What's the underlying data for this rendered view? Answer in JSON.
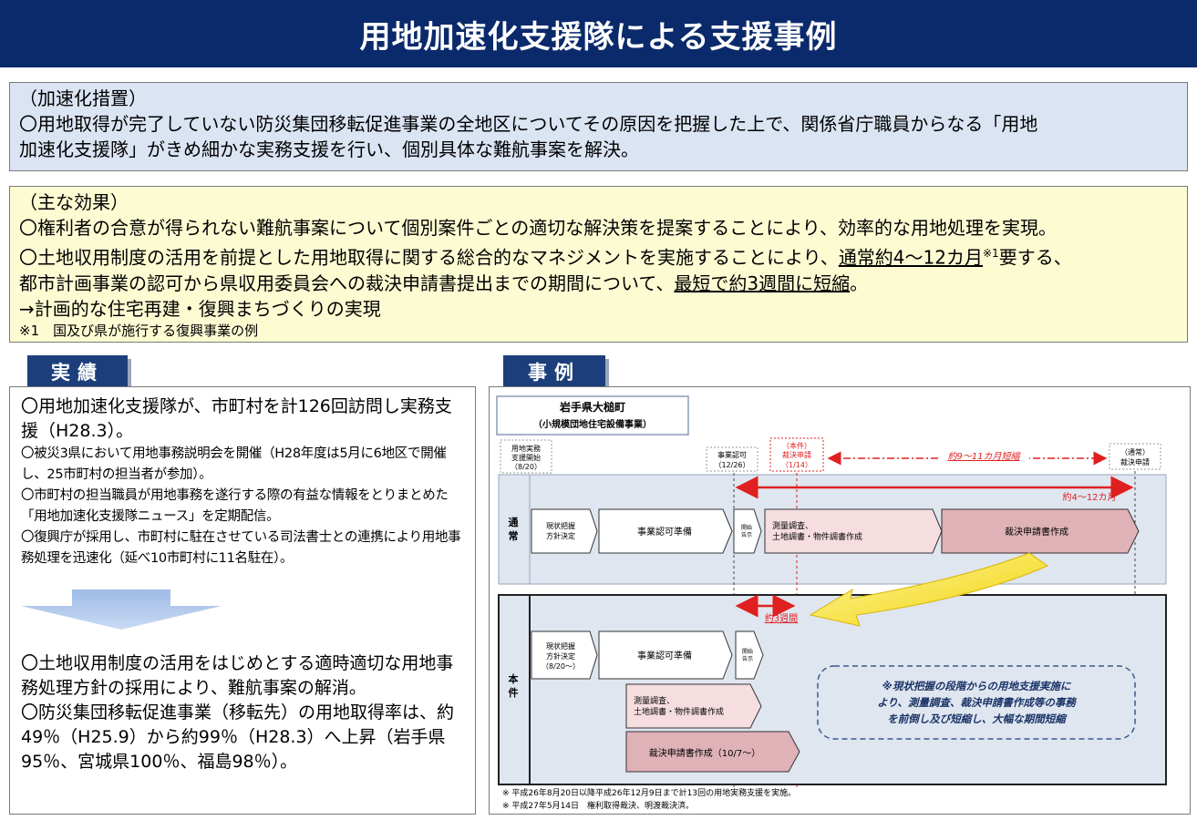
{
  "title": "用地加速化支援隊による支援事例",
  "measures": {
    "heading": "（加速化措置）",
    "line1": "〇用地取得が完了していない防災集団移転促進事業の全地区についてその原因を把握した上で、関係省庁職員からなる「用地",
    "line2": "加速化支援隊」がきめ細かな実務支援を行い、個別具体な難航事案を解決。"
  },
  "effects": {
    "heading": "（主な効果）",
    "line1": "〇権利者の合意が得られない難航事案について個別案件ごとの適切な解決策を提案することにより、効率的な用地処理を実現。",
    "line2_pre": "〇土地収用制度の活用を前提とした用地取得に関する総合的なマネジメントを実施することにより、",
    "line2_ul": "通常約4～12カ月",
    "line2_sup": "※1",
    "line2_post": "要する、",
    "line3_pre": "都市計画事業の認可から県収用委員会への裁決申請書提出までの期間について、",
    "line3_ul": "最短で約3週間に短縮",
    "line3_post": "。",
    "line4": "→計画的な住宅再建・復興まちづくりの実現",
    "note": "※1　国及び県が施行する復興事業の例"
  },
  "results_tag": "実績",
  "example_tag": "事例",
  "results": {
    "item1": "〇用地加速化支援隊が、市町村を計126回訪問し実務支援（H28.3）。",
    "item2": "〇被災3県において用地事務説明会を開催（H28年度は5月に6地区で開催し、25市町村の担当者が参加）。",
    "item3": "〇市町村の担当職員が用地事務を遂行する際の有益な情報をとりまとめた「用地加速化支援隊ニュース」を定期配信。",
    "item4": "〇復興庁が採用し、市町村に駐在させている司法書士との連携により用地事務処理を迅速化（延べ10市町村に11名駐在）。",
    "item5": "〇土地収用制度の活用をはじめとする適時適切な用地事務処理方針の採用により、難航事案の解消。",
    "item6": "〇防災集団移転促進事業（移転先）の用地取得率は、約49％（H25.9）から約99％（H28.3）へ上昇（岩手県95％、宮城県100％、福島98％）。"
  },
  "diagram": {
    "title1": "岩手県大槌町",
    "title2": "（小規模団地住宅設備事業）",
    "ev_start_1": "用地実務",
    "ev_start_2": "支援開始",
    "ev_start_3": "（8/20）",
    "ev_permit_1": "事業認可",
    "ev_permit_2": "（12/26）",
    "ev_apply_1": "（本件）",
    "ev_apply_2": "裁決申請",
    "ev_apply_3": "（1/14）",
    "ev_normal_1": "（通常）",
    "ev_normal_2": "裁決申請",
    "shortened": "約9～11カ月短縮",
    "normal_duration": "約4～12カ月",
    "row_normal": "通常",
    "row_case": "本件",
    "n_step1_1": "現状把握",
    "n_step1_2": "方針決定",
    "n_step2": "事業認可準備",
    "n_step3_1": "開始",
    "n_step3_2": "告示",
    "n_step4_1": "測量調査、",
    "n_step4_2": "土地調書・物件調書作成",
    "n_step5": "裁決申請書作成",
    "three_weeks": "約3週間",
    "c_step1_1": "現状把握",
    "c_step1_2": "方針決定",
    "c_step1_3": "（8/20～）",
    "c_step2": "事業認可準備",
    "c_step3_1": "開始",
    "c_step3_2": "告示",
    "c_step4_1": "測量調査、",
    "c_step4_2": "土地調書・物件調書作成",
    "c_step5": "裁決申請書作成（10/7～）",
    "callout1": "※現状把握の段階からの用地支援実施に",
    "callout2": "より、測量調査、裁決申請書作成等の事務",
    "callout3": "を前倒し及び短縮し、大幅な期間短縮",
    "foot1": "※ 平成26年8月20日以降平成26年12月9日まで計13回の用地実務支援を実施。",
    "foot2": "※ 平成27年5月14日　権利取得裁決、明渡裁決済。"
  }
}
